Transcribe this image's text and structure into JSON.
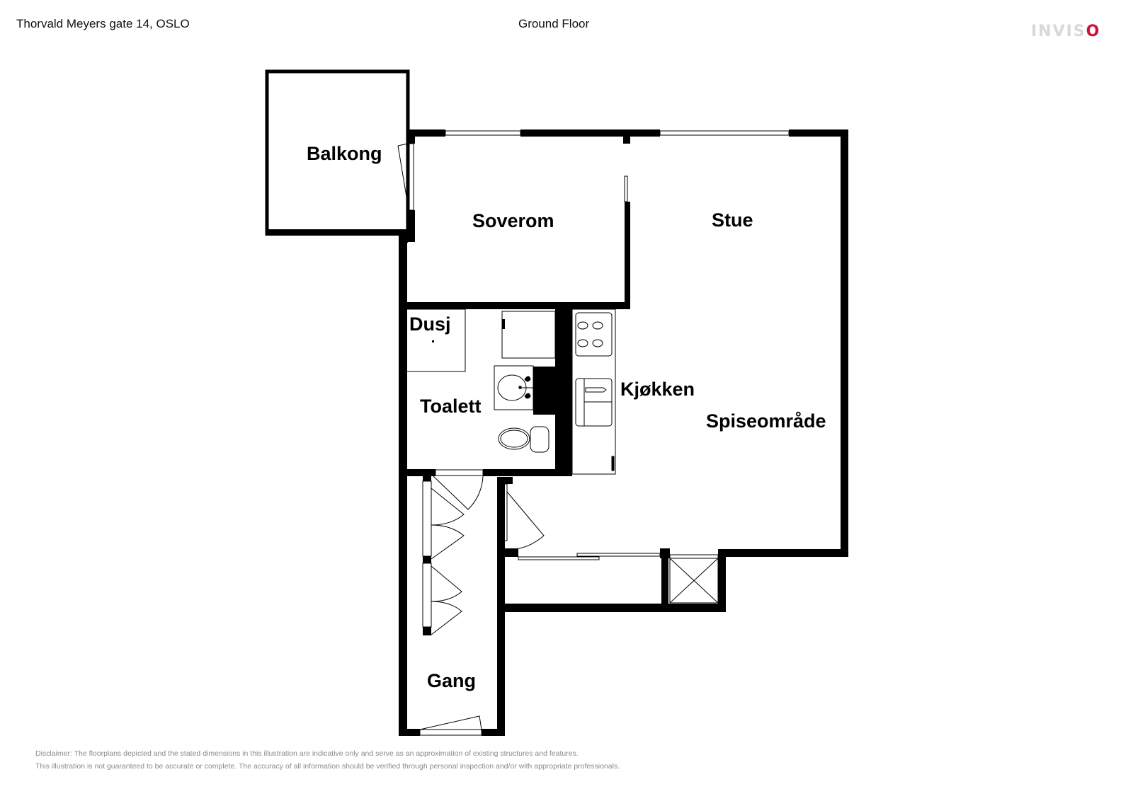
{
  "header": {
    "address": "Thorvald Meyers gate 14, OSLO",
    "floor": "Ground Floor",
    "logo": {
      "text_main": "INVIS",
      "text_accent": "O",
      "accent_color": "#d0103a",
      "main_color": "#d8d8d8"
    }
  },
  "rooms": [
    {
      "id": "balkong",
      "label": "Balkong"
    },
    {
      "id": "soverom",
      "label": "Soverom"
    },
    {
      "id": "stue",
      "label": "Stue"
    },
    {
      "id": "dusj",
      "label": "Dusj"
    },
    {
      "id": "toalett",
      "label": "Toalett"
    },
    {
      "id": "kjokken",
      "label": "Kjøkken"
    },
    {
      "id": "spiseomrade",
      "label": "Spiseområde"
    },
    {
      "id": "gang",
      "label": "Gang"
    }
  ],
  "colors": {
    "wall": "#000000",
    "background": "#ffffff",
    "disclaimer_text": "#8a8a8a"
  },
  "footer": {
    "disclaimer_line1": "Disclaimer: The floorplans depicted and the stated dimensions in this illustration are indicative only and serve as an approximation of existing structures and features.",
    "disclaimer_line2": "This illustration is not guaranteed to be accurate or complete. The accuracy of all information should be verified through personal inspection and/or with appropriate professionals."
  }
}
